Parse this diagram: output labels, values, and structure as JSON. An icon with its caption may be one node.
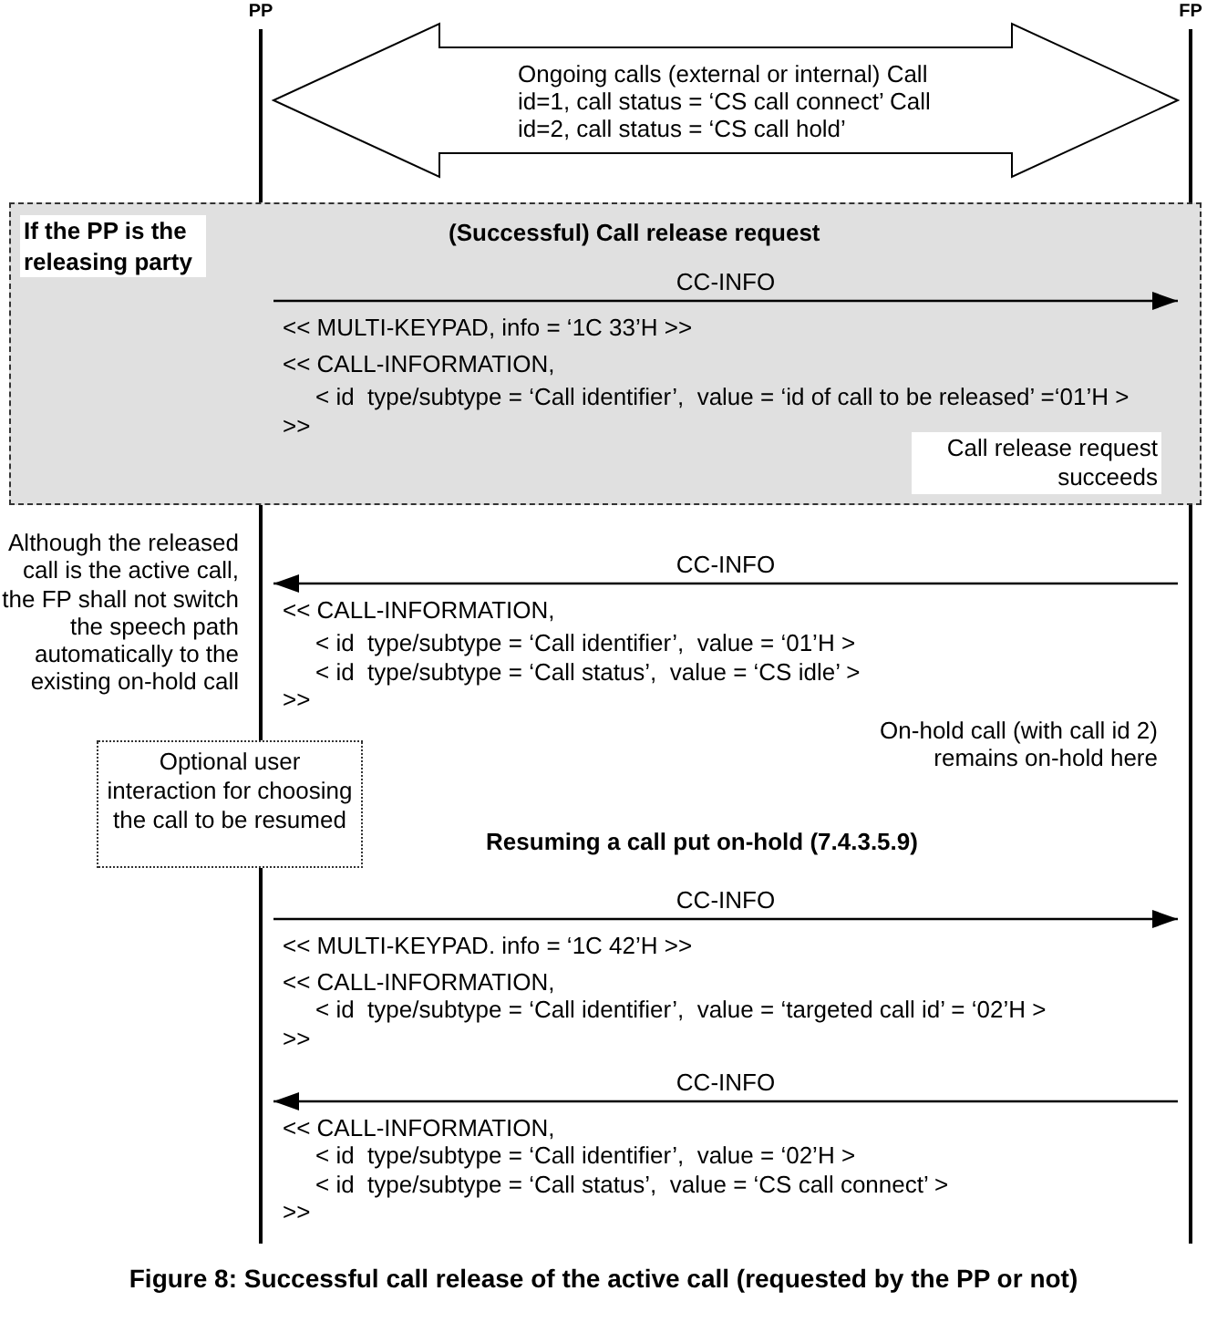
{
  "diagram": {
    "caption": "Figure 8: Successful call release of the active call (requested by the PP or not)",
    "nodes": [
      {
        "text": [
          "PP"
        ]
      },
      {
        "text": [
          "FP"
        ]
      },
      {
        "text": [
          "If the PP is the releasing party",
          "(Successful) Call release request"
        ]
      },
      {
        "text": [
          "Call release request succeeds"
        ],
        "in": 2
      },
      {
        "text": [
          "Optional user interaction for choosing the call to be resumed"
        ]
      }
    ],
    "edges": [
      {
        "from": 0,
        "to": 1,
        "arrow": "both",
        "style": "thick",
        "label": "Ongoing calls (external or internal) Call id=1, call status = ‘CS call connect’ Call id=2, call status = ‘CS call hold’"
      },
      {
        "from": 0,
        "to": 1,
        "arrow": "to",
        "label": "CC-INFO"
      },
      {
        "from": 1,
        "to": 0,
        "arrow": "to",
        "label": "CC-INFO"
      },
      {
        "from": 0,
        "to": 1,
        "arrow": "to",
        "label": "CC-INFO"
      },
      {
        "from": 1,
        "to": 0,
        "arrow": "to",
        "label": "CC-INFO"
      }
    ],
    "labels": [
      "<< MULTI-KEYPAD, info = ‘1C 33’H >>",
      "<< CALL-INFORMATION,",
      "< id  type/subtype = ‘Call identifier’,  value = ‘id of call to be released’ =‘01’H >",
      ">>",
      "Although the released call is the active call, the FP shall not switch the speech path automatically to the existing on-hold call",
      "<< CALL-INFORMATION,",
      "< id  type/subtype = ‘Call identifier’,  value = ‘01’H >",
      "< id  type/subtype = ‘Call status’,  value = ‘CS idle’ >",
      ">>",
      "On-hold call (with call id 2) remains on-hold here",
      "Resuming a call put on-hold (7.4.3.5.9)",
      "<< MULTI-KEYPAD. info = ‘1C 42’H >>",
      "<< CALL-INFORMATION,",
      "< id  type/subtype = ‘Call identifier’,  value = ‘targeted call id’ = ‘02’H >",
      ">>",
      "<< CALL-INFORMATION,",
      "< id  type/subtype = ‘Call identifier’,  value = ‘02’H >",
      "< id  type/subtype = ‘Call status’,  value = ‘CS call connect’ >",
      ">>"
    ]
  }
}
